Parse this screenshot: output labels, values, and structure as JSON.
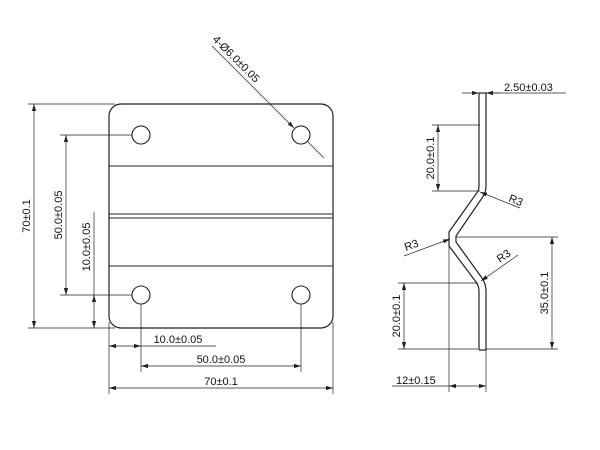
{
  "diagram": {
    "front_view": {
      "hole_callout": "4-Ø6.0±0.05",
      "overall_height": "70±0.1",
      "hole_spacing_vertical": "50.0±0.05",
      "hole_edge_offset_vertical": "10.0±0.05",
      "hole_edge_offset_horizontal": "10.0±0.05",
      "hole_spacing_horizontal": "50.0±0.05",
      "overall_width": "70±0.1"
    },
    "side_view": {
      "thickness": "2.50±0.03",
      "top_flange_length": "20.0±0.1",
      "bend_radius_top": "R3",
      "bend_radius_middle": "R3",
      "bend_radius_lower": "R3",
      "bottom_flange_length": "20.0±0.1",
      "bend_section_height": "35.0±0.1",
      "offset": "12±0.15"
    }
  }
}
